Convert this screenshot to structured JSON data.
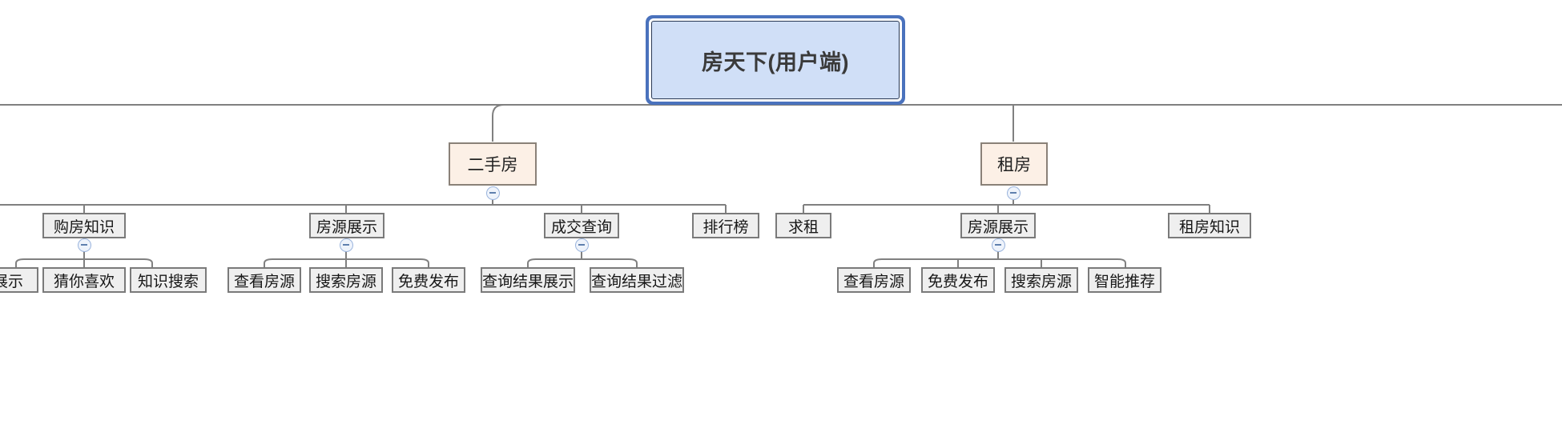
{
  "diagram": {
    "type": "tree-mindmap",
    "title": "房天下(用户端)",
    "orientation": "top-down",
    "colors": {
      "root_fill": "#d0dff7",
      "root_outer_border": "#4a72bd",
      "category_fill": "#fcf0e6",
      "category_border": "#8a8178",
      "node_fill": "#efefef",
      "node_border": "#7a7a7a",
      "edge": "#808080",
      "badge_fill": "#eef3fb",
      "badge_border": "#9ab4dd"
    },
    "badge_icon": "collapse-minus-icon",
    "badge_symbol": "−"
  },
  "nodes": {
    "root": {
      "label": "房天下(用户端)"
    },
    "level1": [
      {
        "id": "ershoufang",
        "label": "二手房"
      },
      {
        "id": "zufang",
        "label": "租房"
      }
    ],
    "level2": [
      {
        "id": "goufangzhishi",
        "label": "购房知识",
        "parent": "ershoufang"
      },
      {
        "id": "fangyuanzhanshi_a",
        "label": "房源展示",
        "parent": "ershoufang"
      },
      {
        "id": "chengjiaochaxun",
        "label": "成交查询",
        "parent": "ershoufang"
      },
      {
        "id": "paihangbang",
        "label": "排行榜",
        "parent": "ershoufang"
      },
      {
        "id": "qiuzu",
        "label": "求租",
        "parent": "zufang"
      },
      {
        "id": "fangyuanzhanshi_b",
        "label": "房源展示",
        "parent": "zufang"
      },
      {
        "id": "zufangzhishi",
        "label": "租房知识",
        "parent": "zufang"
      }
    ],
    "level3": [
      {
        "id": "zhanshi",
        "label": "展示",
        "parent": "goufangzhishi"
      },
      {
        "id": "cainixihuan",
        "label": "猜你喜欢",
        "parent": "goufangzhishi"
      },
      {
        "id": "zhishisousuo",
        "label": "知识搜索",
        "parent": "goufangzhishi"
      },
      {
        "id": "chakanfangyuan_a",
        "label": "查看房源",
        "parent": "fangyuanzhanshi_a"
      },
      {
        "id": "sousuofangyuan_a",
        "label": "搜索房源",
        "parent": "fangyuanzhanshi_a"
      },
      {
        "id": "mianfeifabu_a",
        "label": "免费发布",
        "parent": "fangyuanzhanshi_a"
      },
      {
        "id": "chaxunjieguozhanshi",
        "label": "查询结果展示",
        "parent": "chengjiaochaxun"
      },
      {
        "id": "chaxunjieguoguolv",
        "label": "查询结果过滤",
        "parent": "chengjiaochaxun"
      },
      {
        "id": "chakanfangyuan_b",
        "label": "查看房源",
        "parent": "fangyuanzhanshi_b"
      },
      {
        "id": "mianfeifabu_b",
        "label": "免费发布",
        "parent": "fangyuanzhanshi_b"
      },
      {
        "id": "sousuofangyuan_b",
        "label": "搜索房源",
        "parent": "fangyuanzhanshi_b"
      },
      {
        "id": "zhinengtuijian",
        "label": "智能推荐",
        "parent": "fangyuanzhanshi_b"
      }
    ]
  }
}
